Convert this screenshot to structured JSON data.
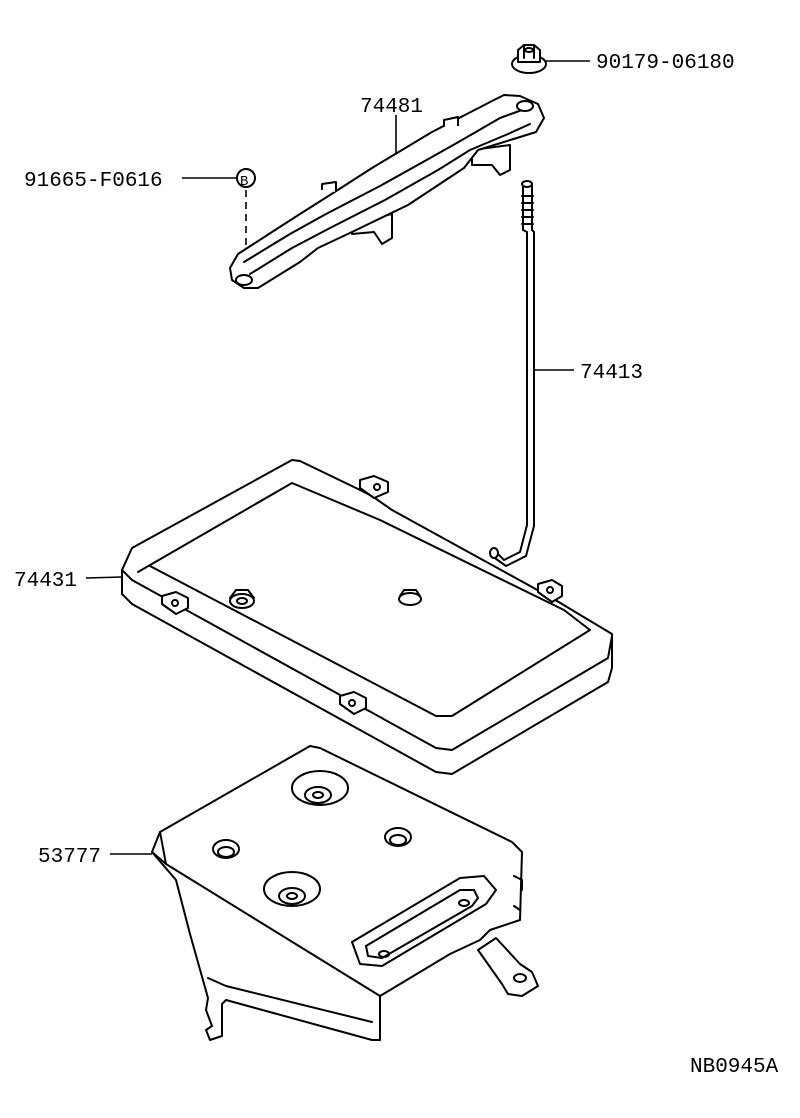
{
  "labels": {
    "nut": "90179-06180",
    "clamp": "74481",
    "bolt": "91665-F0616",
    "rod": "74413",
    "tray": "74431",
    "carrier": "53777",
    "figure_code": "NB0945A"
  },
  "bolt_mark": "B"
}
